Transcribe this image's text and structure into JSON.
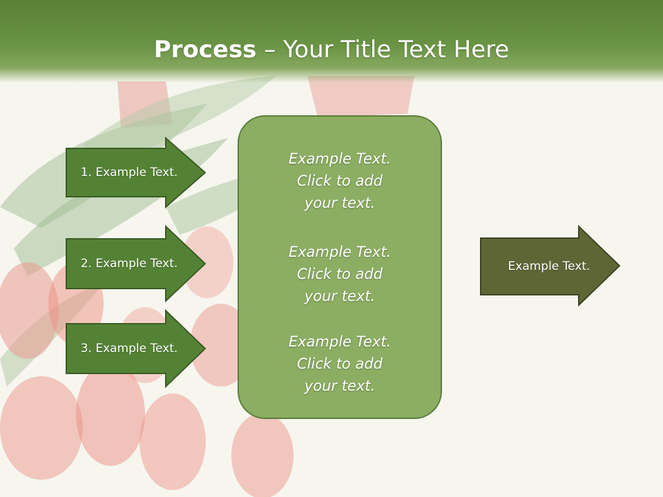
{
  "colors": {
    "header_green": "#5a7f37",
    "arrow_green": "#548235",
    "box_green": "#8cae63",
    "output_olive": "#5f6636",
    "text": "#ffffff"
  },
  "title": {
    "bold": "Process",
    "rest": " – Your Title Text Here"
  },
  "inputs": [
    {
      "label": "1. Example Text."
    },
    {
      "label": "2. Example Text."
    },
    {
      "label": "3. Example Text."
    }
  ],
  "center_blocks": [
    {
      "line1": "Example Text.",
      "line2": "Click  to add",
      "line3": "your text."
    },
    {
      "line1": "Example Text.",
      "line2": "Click  to add",
      "line3": "your text."
    },
    {
      "line1": "Example Text.",
      "line2": "Click  to add",
      "line3": "your text."
    }
  ],
  "output": {
    "label": "Example Text."
  },
  "background_image": "tulips-bouquet"
}
